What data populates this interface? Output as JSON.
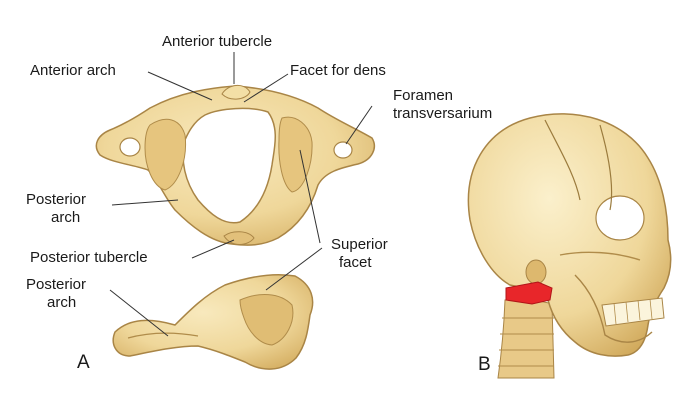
{
  "labels": {
    "anterior_tubercle": "Anterior tubercle",
    "anterior_arch": "Anterior arch",
    "facet_for_dens": "Facet for dens",
    "foramen_line1": "Foramen",
    "foramen_line2": "transversarium",
    "posterior_arch_top_line1": "Posterior",
    "posterior_arch_top_line2": "arch",
    "posterior_tubercle": "Posterior tubercle",
    "superior_facet_line1": "Superior",
    "superior_facet_line2": "facet",
    "posterior_arch_bottom_line1": "Posterior",
    "posterior_arch_bottom_line2": "arch"
  },
  "panels": {
    "a": "A",
    "b": "B"
  },
  "colors": {
    "bone": "#efd79a",
    "bone_shade": "#d9b56a",
    "bone_outline": "#8a6b2e",
    "highlight": "#e8262a",
    "leader": "#333333"
  }
}
